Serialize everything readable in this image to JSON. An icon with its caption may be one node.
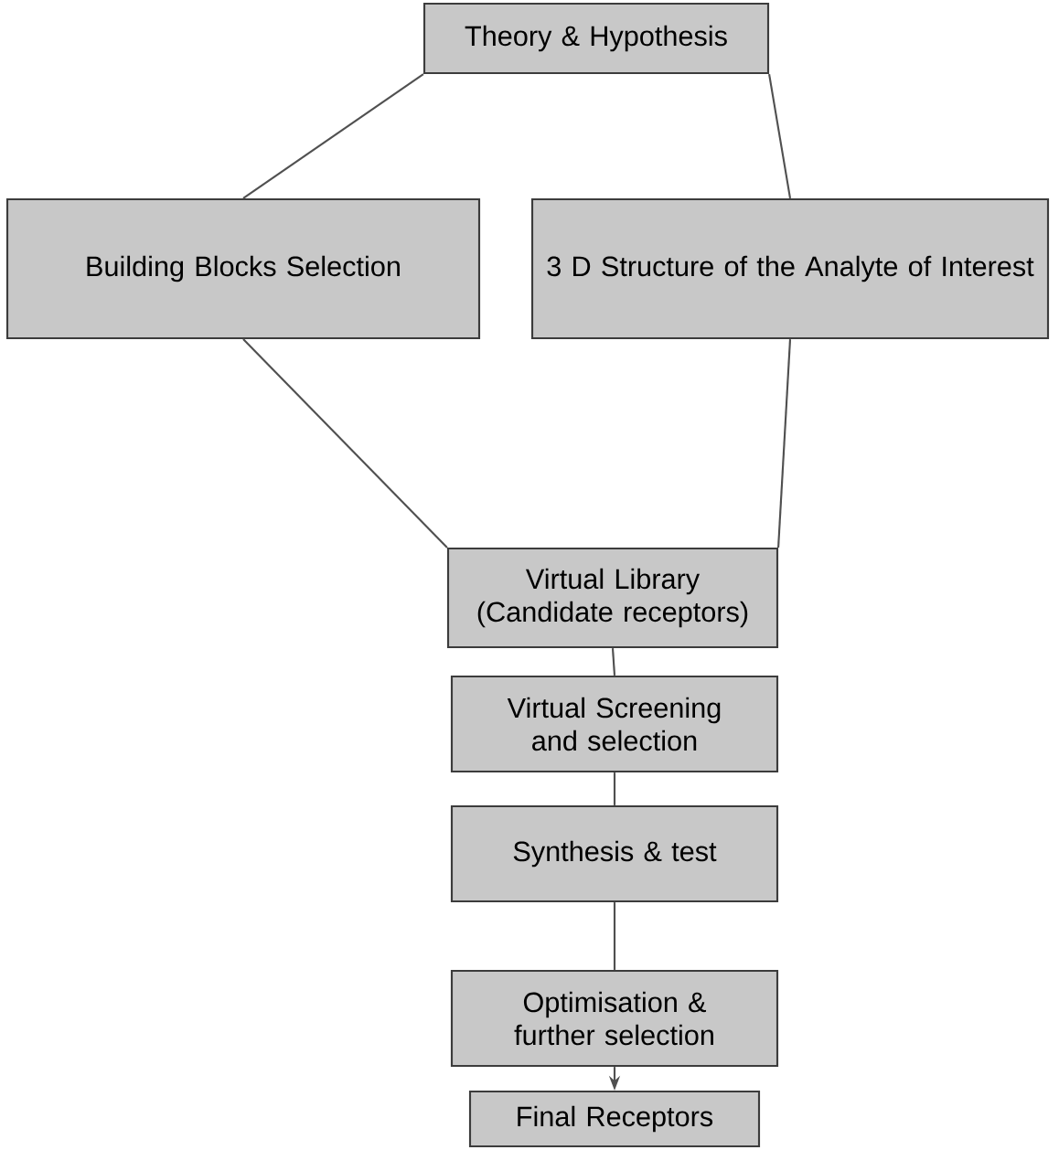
{
  "diagram": {
    "nodes": [
      {
        "text": [
          "Theory & Hypothesis"
        ]
      },
      {
        "text": [
          "Building Blocks Selection"
        ]
      },
      {
        "text": [
          "3 D Structure of the Analyte of Interest"
        ]
      },
      {
        "text": [
          "Virtual Library (Candidate receptors)"
        ]
      },
      {
        "text": [
          "Virtual Screening and selection"
        ]
      },
      {
        "text": [
          "Synthesis & test"
        ]
      },
      {
        "text": [
          "Optimisation & further selection"
        ]
      },
      {
        "text": [
          "Final Receptors"
        ]
      }
    ],
    "edges": [
      {
        "from": 0,
        "to": 1,
        "arrow": "none"
      },
      {
        "from": 0,
        "to": 2,
        "arrow": "none"
      },
      {
        "from": 1,
        "to": 3,
        "arrow": "none"
      },
      {
        "from": 2,
        "to": 3,
        "arrow": "none"
      },
      {
        "from": 3,
        "to": 4,
        "arrow": "none"
      },
      {
        "from": 4,
        "to": 5,
        "arrow": "none"
      },
      {
        "from": 5,
        "to": 6,
        "arrow": "none"
      },
      {
        "from": 6,
        "to": 7,
        "arrow": "to"
      }
    ]
  }
}
